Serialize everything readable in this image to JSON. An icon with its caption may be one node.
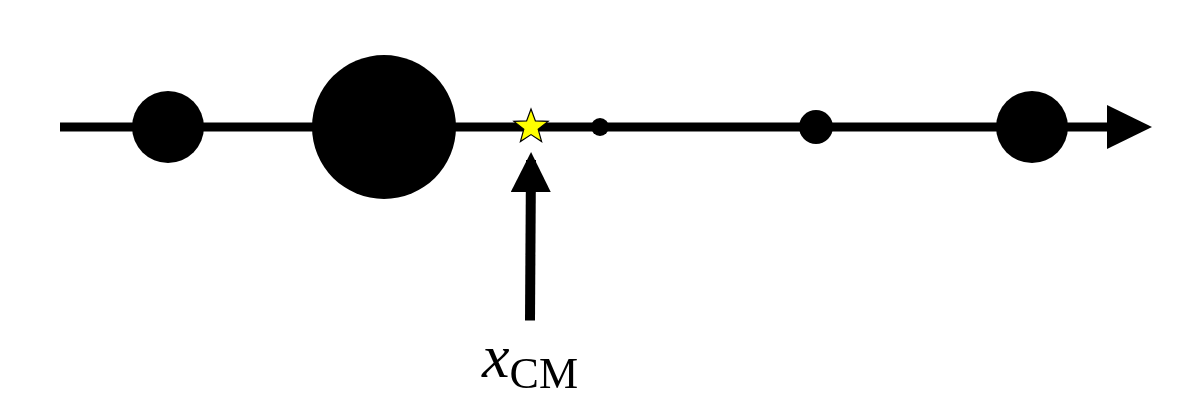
{
  "diagram": {
    "nodes": [
      {
        "text": [],
        "shape": "circle"
      },
      {
        "text": [],
        "shape": "circle"
      },
      {
        "text": [],
        "shape": "star"
      },
      {
        "text": [],
        "shape": "circle"
      },
      {
        "text": [],
        "shape": "circle"
      },
      {
        "text": [],
        "shape": "circle"
      },
      {
        "text": [
          "*x*$_{CM}$"
        ]
      }
    ],
    "edges": [
      {
        "from": 6,
        "to": 2,
        "arrow": "to"
      }
    ]
  }
}
